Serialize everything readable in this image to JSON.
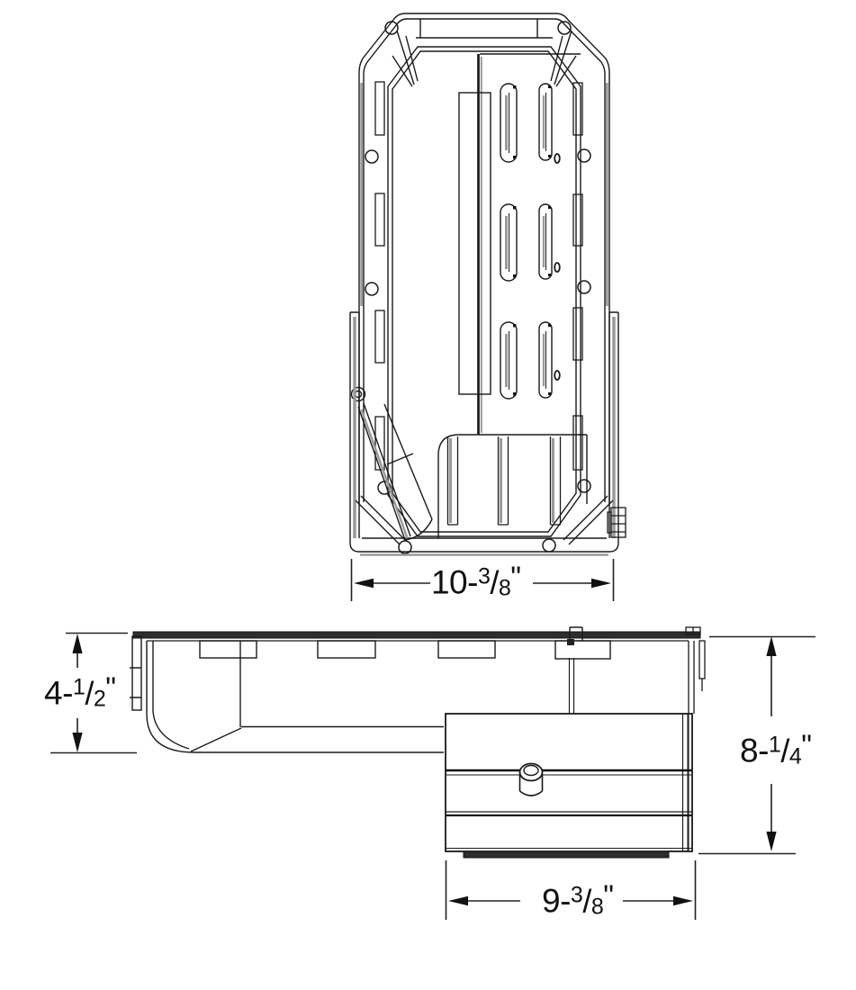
{
  "dimensions": {
    "slash": "/",
    "top_width": {
      "whole": "10-",
      "numerator": "3",
      "denominator": "8",
      "unit": "\""
    },
    "front_depth": {
      "whole": "4-",
      "numerator": "1",
      "denominator": "2",
      "unit": "\""
    },
    "overall_depth": {
      "whole": "8-",
      "numerator": "1",
      "denominator": "4",
      "unit": "\""
    },
    "sump_length": {
      "whole": "9-",
      "numerator": "3",
      "denominator": "8",
      "unit": "\""
    }
  }
}
